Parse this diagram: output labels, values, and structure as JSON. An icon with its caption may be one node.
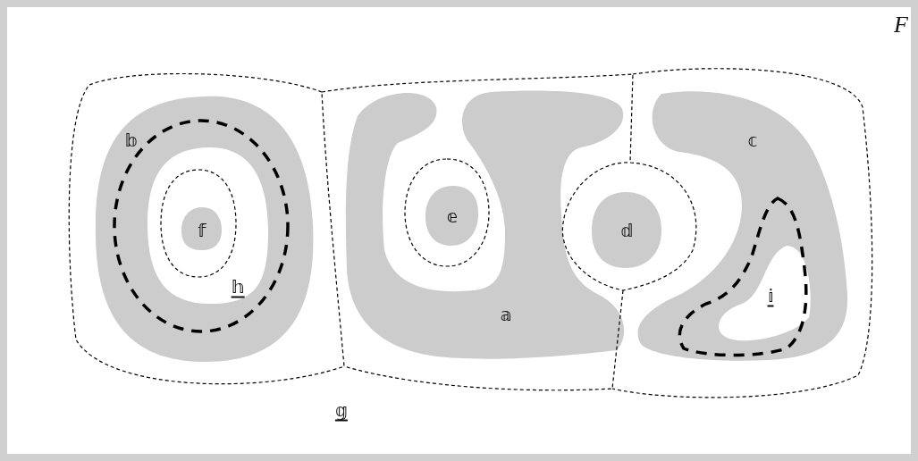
{
  "diagram": {
    "nodes": [
      {
        "text": [
          "𝕓"
        ]
      },
      {
        "text": [
          "𝕔"
        ]
      },
      {
        "text": [
          "𝕖"
        ]
      },
      {
        "text": [
          "𝕗"
        ],
        "in": 0
      },
      {
        "text": [
          "𝕕"
        ]
      },
      {
        "text": [
          "𝕒"
        ]
      }
    ],
    "labels": [
      "F",
      "𝕙",
      "𝕚",
      "𝕘"
    ]
  }
}
